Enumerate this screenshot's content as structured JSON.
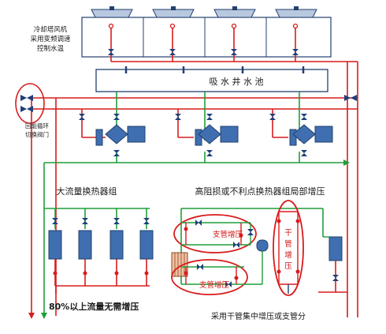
{
  "labels": {
    "tower_note_1": "冷却塔风机",
    "tower_note_2": "采用变频调速",
    "tower_note_3": "控制水温",
    "basin": "吸 水 井 水 池",
    "bypass_1": "回能循环",
    "bypass_2": "切换阀门",
    "group_a": "大流量换热器组",
    "group_b": "高阻损或不利点换热器组局部增压",
    "branch_boost_1": "支管增压",
    "branch_boost_2": "支管增压",
    "main_boost": [
      "干",
      "管",
      "增",
      "压"
    ],
    "bottom_left": "80%以上流量无需增压",
    "bottom_right": "采用干管集中增压或支管分"
  },
  "colors": {
    "supply": "#d81c1c",
    "return": "#1f9e3a",
    "equipment": "#3f6fb0",
    "equipment_stroke": "#22406e",
    "valve": "#1f3f7a",
    "highlight": "#d81c1c"
  }
}
